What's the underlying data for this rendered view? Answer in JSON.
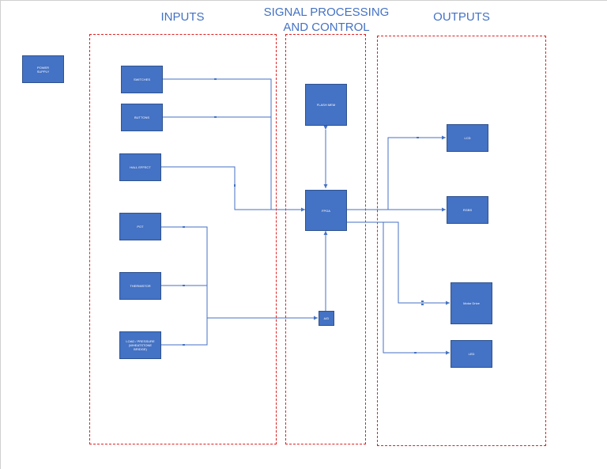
{
  "titles": {
    "inputs": "INPUTS",
    "signal_processing_line1": "SIGNAL PROCESSING",
    "signal_processing_line2": "AND CONTROL",
    "outputs": "OUTPUTS"
  },
  "blocks": {
    "power_supply_line1": "POWER",
    "power_supply_line2": "SUPPLY",
    "switches": "SWITCHES",
    "buttons": "BUTTONS",
    "hall_effect": "HALL EFFECT",
    "pot": "POT",
    "thermistor": "THERMISTOR",
    "load_pressure_line1": "LOAD / PRESSURE",
    "load_pressure_line2": "(WHEATSTONE",
    "load_pressure_line3": "BRIDGE)",
    "flash_mem": "FLASH MEM",
    "fpga": "FPGA",
    "adc": "A/D",
    "lcd": "LCD",
    "rgbs": "RGBS",
    "motor_drive": "Motor Drive",
    "led": "LED"
  },
  "colors": {
    "block_fill": "#4472c4",
    "block_border": "#2f528f",
    "title_text": "#4472c4",
    "region_border": "#e02020",
    "wire": "#4472c4"
  }
}
